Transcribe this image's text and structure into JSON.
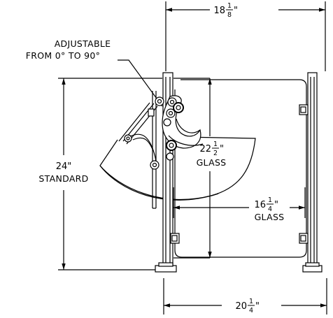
{
  "labels": {
    "adjustable_line1": "ADJUSTABLE",
    "adjustable_line2": "FROM 0° TO 90°",
    "height_value": "24\"",
    "height_note": "STANDARD",
    "top_width_whole": "18",
    "top_width_num": "1",
    "top_width_den": "8",
    "top_width_unit": "\"",
    "glass_h_whole": "22",
    "glass_h_num": "1",
    "glass_h_den": "2",
    "glass_h_unit": "\"",
    "glass_h_note": "GLASS",
    "glass_w_whole": "16",
    "glass_w_num": "1",
    "glass_w_den": "4",
    "glass_w_unit": "\"",
    "glass_w_note": "GLASS",
    "bottom_width_whole": "20",
    "bottom_width_num": "1",
    "bottom_width_den": "4",
    "bottom_width_unit": "\""
  },
  "colors": {
    "line": "#000000",
    "background": "#ffffff"
  }
}
